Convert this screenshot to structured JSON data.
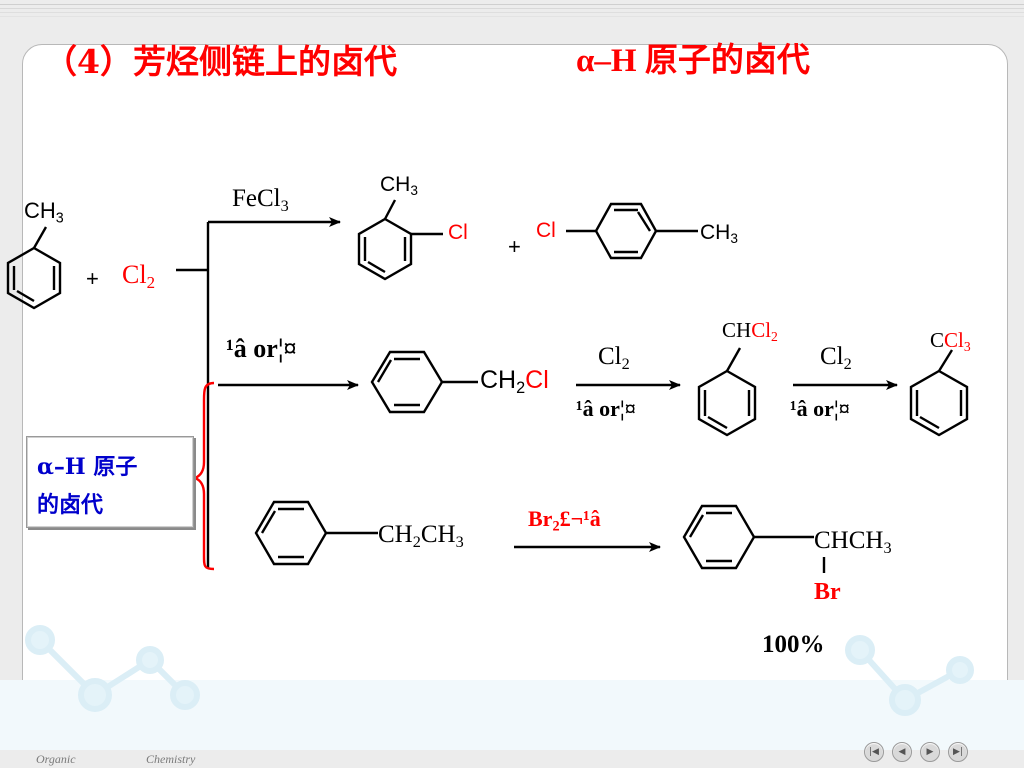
{
  "title": {
    "part1": "（4）芳烃侧链上的卤代",
    "part2": "α–H 原子的卤代"
  },
  "colors": {
    "red": "#ff0000",
    "blue": "#0000cc",
    "black": "#000000"
  },
  "reactant": {
    "ch3": "CH3",
    "plus": "+",
    "cl2": "Cl2"
  },
  "row1": {
    "reagent": "FeCl3",
    "prod1_ch3": "CH3",
    "prod1_cl": "Cl",
    "plus": "+",
    "prod2_cl": "Cl",
    "prod2_ch3": "CH3"
  },
  "row2": {
    "cond1": "¹â or¦¤",
    "prod1_ch2": "CH2",
    "prod1_cl": "Cl",
    "cl2_a": "Cl2",
    "cond2": "¹â or¦¤",
    "prod2_ch": "CH",
    "prod2_cl2": "Cl2",
    "cl2_b": "Cl2",
    "cond3": "¹â or¦¤",
    "prod3_c": "C",
    "prod3_cl3": "Cl3"
  },
  "row3": {
    "reactant": "CH2CH3",
    "reagent": "Br2£¬¹â",
    "product": "CHCH3",
    "br": "Br",
    "yield": "100%"
  },
  "alpha_box": {
    "line1": "α–H 原子",
    "line2": "的卤代"
  },
  "footer": {
    "word1": "Organic",
    "word2": "Chemistry"
  },
  "nav": [
    "first-slide-icon",
    "previous-slide-icon",
    "next-slide-icon",
    "last-slide-icon"
  ]
}
